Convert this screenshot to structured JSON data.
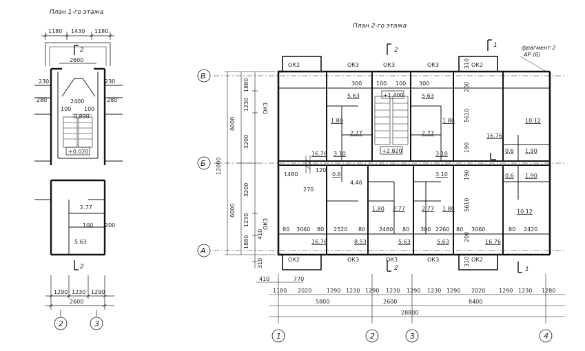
{
  "titles": {
    "floor1": "План 1-го этажа",
    "floor2": "План 2-го этажа"
  },
  "fragment": {
    "line1": "фрагмент 2",
    "line2": "АР (6)"
  },
  "section_mark": "2",
  "section_mark_1": "1",
  "axes": {
    "A": "А",
    "B": "Б",
    "V": "В",
    "n1": "1",
    "n2": "2",
    "n3": "3",
    "n4": "4"
  },
  "floor1": {
    "top_dims": [
      "1180",
      "1430",
      "1180"
    ],
    "top_total": "2600",
    "room_widths": [
      "230",
      "2400",
      "230"
    ],
    "side_dims": [
      "280",
      "280"
    ],
    "door_dims": [
      "100",
      "100"
    ],
    "level_landing": "-0.890",
    "level_entry": "+0.020",
    "lower_area": "2.77",
    "lower_dims": [
      "100",
      "200"
    ],
    "lower_area2": "5.63",
    "bottom_dims": [
      "1290",
      "1230",
      "1290"
    ],
    "bottom_total": "2600"
  },
  "floor2": {
    "windows_top": [
      "ОК2",
      "ОК3",
      "ОК3",
      "ОК3",
      "ОК2"
    ],
    "windows_bottom": [
      "ОК2",
      "ОК3",
      "ОК3",
      "ОК3",
      "ОК2"
    ],
    "window_left": "ОК3",
    "left_dims": [
      "1880",
      "1230",
      "3200",
      "3200",
      "1230",
      "1880"
    ],
    "left_subtotals": [
      "6000",
      "6000"
    ],
    "left_total": "12000",
    "left_small": [
      "410",
      "310"
    ],
    "stair_level_top": "+1.400",
    "stair_level_mid": "+2.820",
    "top_row_dims": [
      "300",
      "100",
      "100",
      "300"
    ],
    "wall_dims": [
      "310",
      "200",
      "5610",
      "190",
      "190",
      "5610",
      "200",
      "310"
    ],
    "areas_upper": [
      "5.63",
      "5.63",
      "1.80",
      "1.80",
      "2.77",
      "2.77",
      "16.76",
      "3.10",
      "3.10",
      "16.76",
      "10.12",
      "0.6",
      "1.90"
    ],
    "areas_lower": [
      "0.6",
      "4.46",
      "3.10",
      "0.6",
      "1.90",
      "1.80",
      "2.77",
      "2.77",
      "1.80",
      "10.12",
      "16.76",
      "8.53",
      "5.63",
      "5.63",
      "16.76"
    ],
    "corridor_dims": [
      "1480",
      "120",
      "270"
    ],
    "row_dims": [
      "80",
      "3060",
      "80",
      "2520",
      "80",
      "2480",
      "80",
      "300",
      "2260",
      "80",
      "3060",
      "80",
      "2420"
    ],
    "bottom_small": [
      "410",
      "770"
    ],
    "bottom_dims": [
      "1180",
      "2020",
      "1290",
      "1230",
      "1290",
      "1230",
      "1290",
      "1230",
      "1290",
      "2020",
      "1290",
      "1230",
      "1280"
    ],
    "bottom_subtotals": [
      "5800",
      "2600",
      "8400"
    ],
    "bottom_total": "28800"
  }
}
